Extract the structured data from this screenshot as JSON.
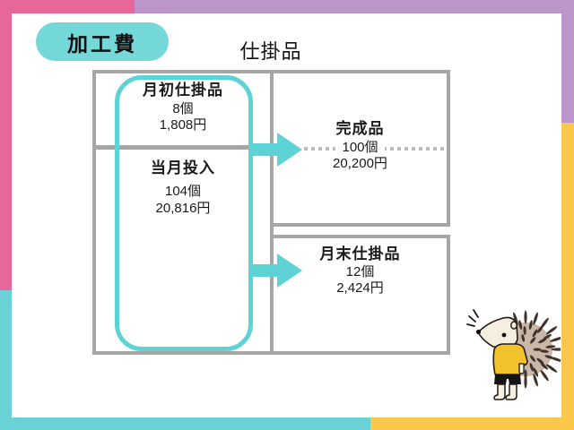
{
  "header": {
    "badge": "加工費",
    "title": "仕掛品"
  },
  "diagram": {
    "beginning": {
      "label": "月初仕掛品",
      "qty": "8個",
      "amount": "1,808円"
    },
    "input": {
      "label": "当月投入",
      "qty": "104個",
      "amount": "20,816円"
    },
    "completed": {
      "label": "完成品",
      "qty": "100個",
      "amount": "20,200円"
    },
    "ending": {
      "label": "月末仕掛品",
      "qty": "12個",
      "amount": "2,424円"
    }
  },
  "colors": {
    "pink": "#E7679B",
    "purple": "#BC95CA",
    "teal_frame": "#68D2D6",
    "teal_accent": "#5ED3D6",
    "yellow": "#F9C84A",
    "box_border": "#A6A6A6",
    "dotted_line": "#BDBDBD"
  },
  "mascot": {
    "type": "hedgehog"
  }
}
